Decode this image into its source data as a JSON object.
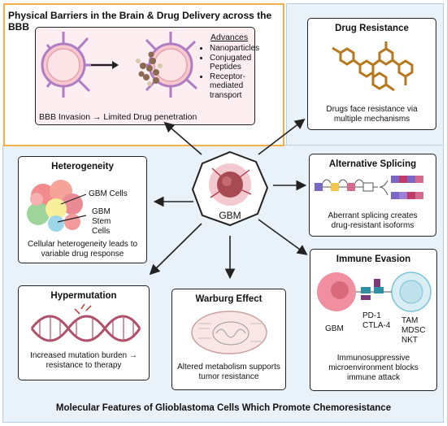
{
  "top": {
    "title": "Physical Barriers in the Brain & Drug Delivery across the BBB",
    "advances_title": "Advances",
    "advances": [
      "Nanoparticles",
      "Conjugated Peptides",
      "Receptor-mediated transport"
    ],
    "caption": "BBB Invasion → Limited Drug penetration"
  },
  "center": {
    "label": "GBM"
  },
  "drug_resistance": {
    "title": "Drug Resistance",
    "caption": "Drugs face resistance via multiple mechanisms"
  },
  "alternative_splicing": {
    "title": "Alternative Splicing",
    "caption": "Aberrant splicing creates drug-resistant isoforms"
  },
  "heterogeneity": {
    "title": "Heterogeneity",
    "label_cells": "GBM Cells",
    "label_stem": "GBM Stem Cells",
    "caption": "Cellular heterogeneity leads to variable drug response"
  },
  "hypermutation": {
    "title": "Hypermutation",
    "caption": "Increased mutation burden → resistance to therapy"
  },
  "warburg": {
    "title": "Warburg Effect",
    "caption": "Altered metabolism supports tumor resistance"
  },
  "immune_evasion": {
    "title": "Immune Evasion",
    "gbm_label": "GBM",
    "checkpoints": [
      "PD-1",
      "CTLA-4"
    ],
    "immune_cells": [
      "TAM",
      "MDSC",
      "NKT"
    ],
    "caption": "Immunosuppressive microenvironment blocks immune attack"
  },
  "footer": {
    "title": "Molecular Features of Glioblastoma Cells Which Promote Chemoresistance"
  },
  "colors": {
    "panel_bg": "#e9f1f9",
    "top_border": "#f2b04a",
    "top_bg": "#fdeef2",
    "vessel": "#b07cc4",
    "drug": "#b5781c"
  }
}
